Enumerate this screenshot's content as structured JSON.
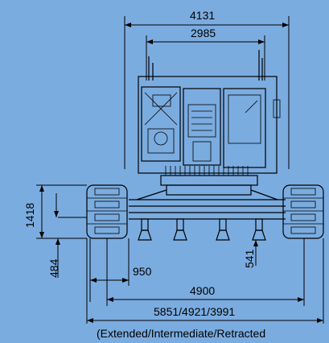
{
  "dimensions": {
    "overall_width": "4131",
    "cab_width": "2985",
    "height_1418": "1418",
    "height_484": "484",
    "dim_950": "950",
    "dim_541": "541",
    "dim_4900": "4900",
    "track_widths": "5851/4921/3991",
    "track_note": "(Extended/Intermediate/Retracted"
  },
  "colors": {
    "background": "#7bace0",
    "ink": "#000000"
  }
}
